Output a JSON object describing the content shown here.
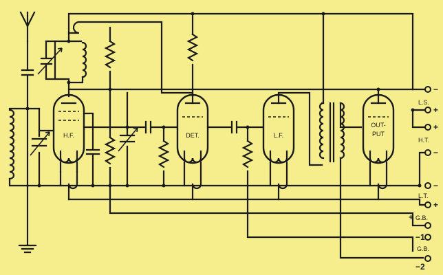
{
  "valves": [
    {
      "id": "hf",
      "label": "H.F."
    },
    {
      "id": "det",
      "label": "DET."
    },
    {
      "id": "lf",
      "label": "L.F."
    },
    {
      "id": "out",
      "label_1": "OUT-",
      "label_2": "PUT"
    }
  ],
  "terminals": {
    "ls_label": "L.S.",
    "ht_label": "H.T.",
    "lt_label": "L.T.",
    "gb_label_1": "G.B.",
    "gb_label_2": "G.B.",
    "minus": "−",
    "plus": "+",
    "plus_gb": "+",
    "minus_1": "−1",
    "minus_2": "−2"
  },
  "colors": {
    "background": "#f6ee8c",
    "ink": "#1a1a1a"
  }
}
